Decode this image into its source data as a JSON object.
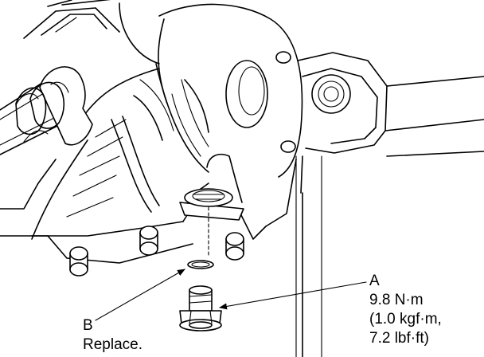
{
  "callouts": {
    "a": {
      "letter": "A",
      "torque_line1": "9.8 N·m",
      "torque_line2": "(1.0 kgf·m,",
      "torque_line3": "7.2 lbf·ft)"
    },
    "b": {
      "letter": "B",
      "note": "Replace."
    }
  }
}
